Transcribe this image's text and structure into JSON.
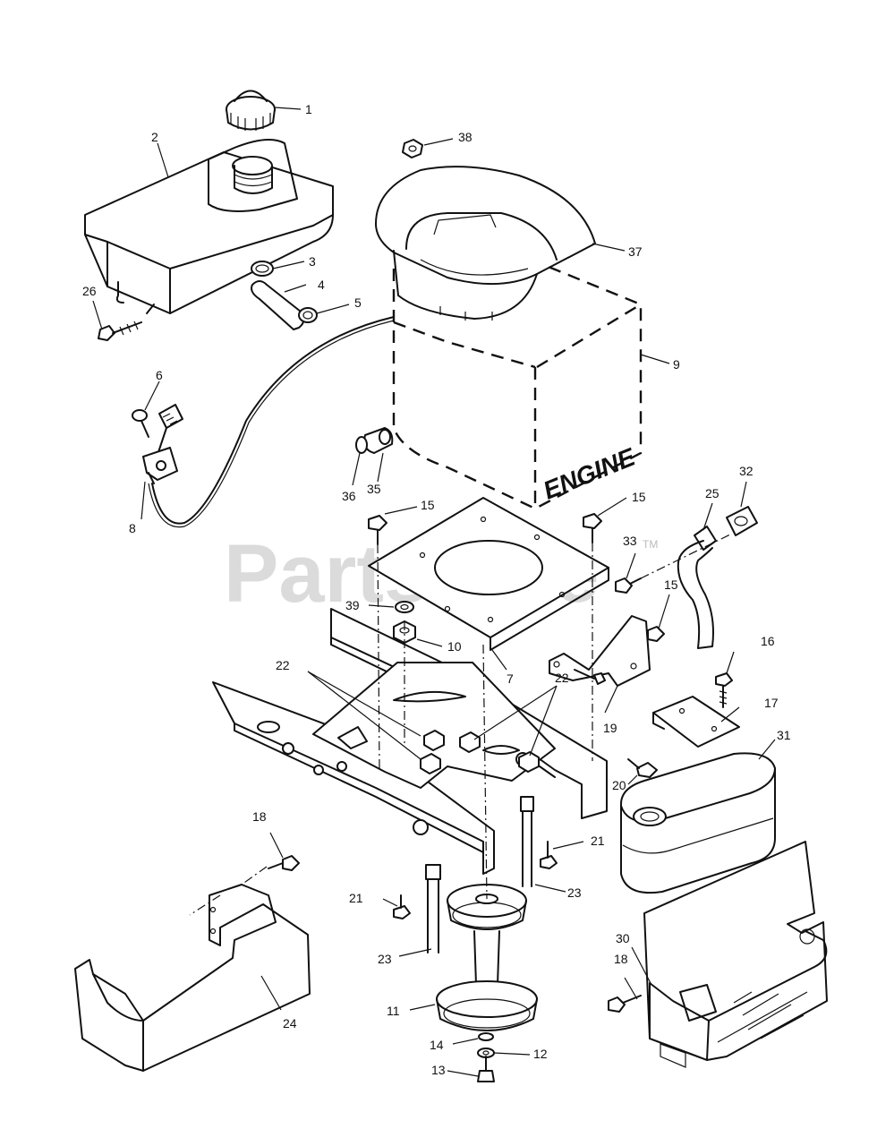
{
  "watermark": {
    "text": "PartsTree",
    "trademark": "TM"
  },
  "engine_label": "ENGINE",
  "callouts": [
    {
      "id": "c1",
      "text": "1"
    },
    {
      "id": "c2",
      "text": "2"
    },
    {
      "id": "c3",
      "text": "3"
    },
    {
      "id": "c4",
      "text": "4"
    },
    {
      "id": "c5",
      "text": "5"
    },
    {
      "id": "c6",
      "text": "6"
    },
    {
      "id": "c7",
      "text": "7"
    },
    {
      "id": "c8",
      "text": "8"
    },
    {
      "id": "c9",
      "text": "9"
    },
    {
      "id": "c10",
      "text": "10"
    },
    {
      "id": "c11",
      "text": "11"
    },
    {
      "id": "c12",
      "text": "12"
    },
    {
      "id": "c13",
      "text": "13"
    },
    {
      "id": "c14",
      "text": "14"
    },
    {
      "id": "c15a",
      "text": "15"
    },
    {
      "id": "c15b",
      "text": "15"
    },
    {
      "id": "c15c",
      "text": "15"
    },
    {
      "id": "c16",
      "text": "16"
    },
    {
      "id": "c17",
      "text": "17"
    },
    {
      "id": "c18a",
      "text": "18"
    },
    {
      "id": "c18b",
      "text": "18"
    },
    {
      "id": "c19",
      "text": "19"
    },
    {
      "id": "c20",
      "text": "20"
    },
    {
      "id": "c21a",
      "text": "21"
    },
    {
      "id": "c21b",
      "text": "21"
    },
    {
      "id": "c22a",
      "text": "22"
    },
    {
      "id": "c22b",
      "text": "22"
    },
    {
      "id": "c23a",
      "text": "23"
    },
    {
      "id": "c23b",
      "text": "23"
    },
    {
      "id": "c24",
      "text": "24"
    },
    {
      "id": "c25",
      "text": "25"
    },
    {
      "id": "c26",
      "text": "26"
    },
    {
      "id": "c30",
      "text": "30"
    },
    {
      "id": "c31",
      "text": "31"
    },
    {
      "id": "c32",
      "text": "32"
    },
    {
      "id": "c33",
      "text": "33"
    },
    {
      "id": "c35",
      "text": "35"
    },
    {
      "id": "c36",
      "text": "36"
    },
    {
      "id": "c37",
      "text": "37"
    },
    {
      "id": "c38",
      "text": "38"
    },
    {
      "id": "c39",
      "text": "39"
    }
  ]
}
